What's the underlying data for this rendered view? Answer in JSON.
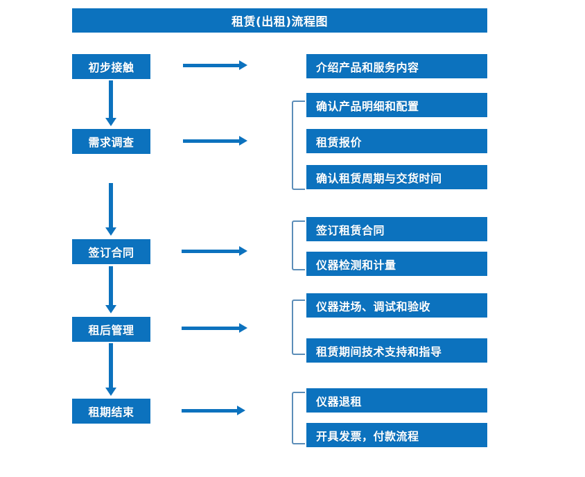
{
  "diagram": {
    "title": "租赁(出租)流程图",
    "colors": {
      "box_blue": "#0C72BE",
      "arrow_blue": "#0C72BE",
      "bracket_blue": "#5B8DB8",
      "text_white": "#FFFFFF",
      "background": "#FFFFFF"
    },
    "stages": [
      {
        "label": "初步接触"
      },
      {
        "label": "需求调查"
      },
      {
        "label": "签订合同"
      },
      {
        "label": "租后管理"
      },
      {
        "label": "租期结束"
      }
    ],
    "groups": [
      {
        "stage": "初步接触",
        "has_bracket": false,
        "items": [
          {
            "label": "介绍产品和服务内容"
          }
        ]
      },
      {
        "stage": "需求调查",
        "has_bracket": true,
        "items": [
          {
            "label": "确认产品明细和配置"
          },
          {
            "label": "租赁报价"
          },
          {
            "label": "确认租赁周期与交货时间"
          }
        ]
      },
      {
        "stage": "签订合同",
        "has_bracket": true,
        "items": [
          {
            "label": "签订租赁合同"
          },
          {
            "label": "仪器检测和计量"
          }
        ]
      },
      {
        "stage": "租后管理",
        "has_bracket": true,
        "items": [
          {
            "label": "仪器进场、调试和验收"
          },
          {
            "label": "租赁期间技术支持和指导"
          }
        ]
      },
      {
        "stage": "租期结束",
        "has_bracket": true,
        "items": [
          {
            "label": "仪器退租"
          },
          {
            "label": "开具发票，付款流程"
          }
        ]
      }
    ],
    "connectors": {
      "horizontal_arrow_name": "right-arrow-icon",
      "vertical_arrow_name": "down-arrow-icon",
      "bracket_name": "group-bracket-icon"
    }
  }
}
